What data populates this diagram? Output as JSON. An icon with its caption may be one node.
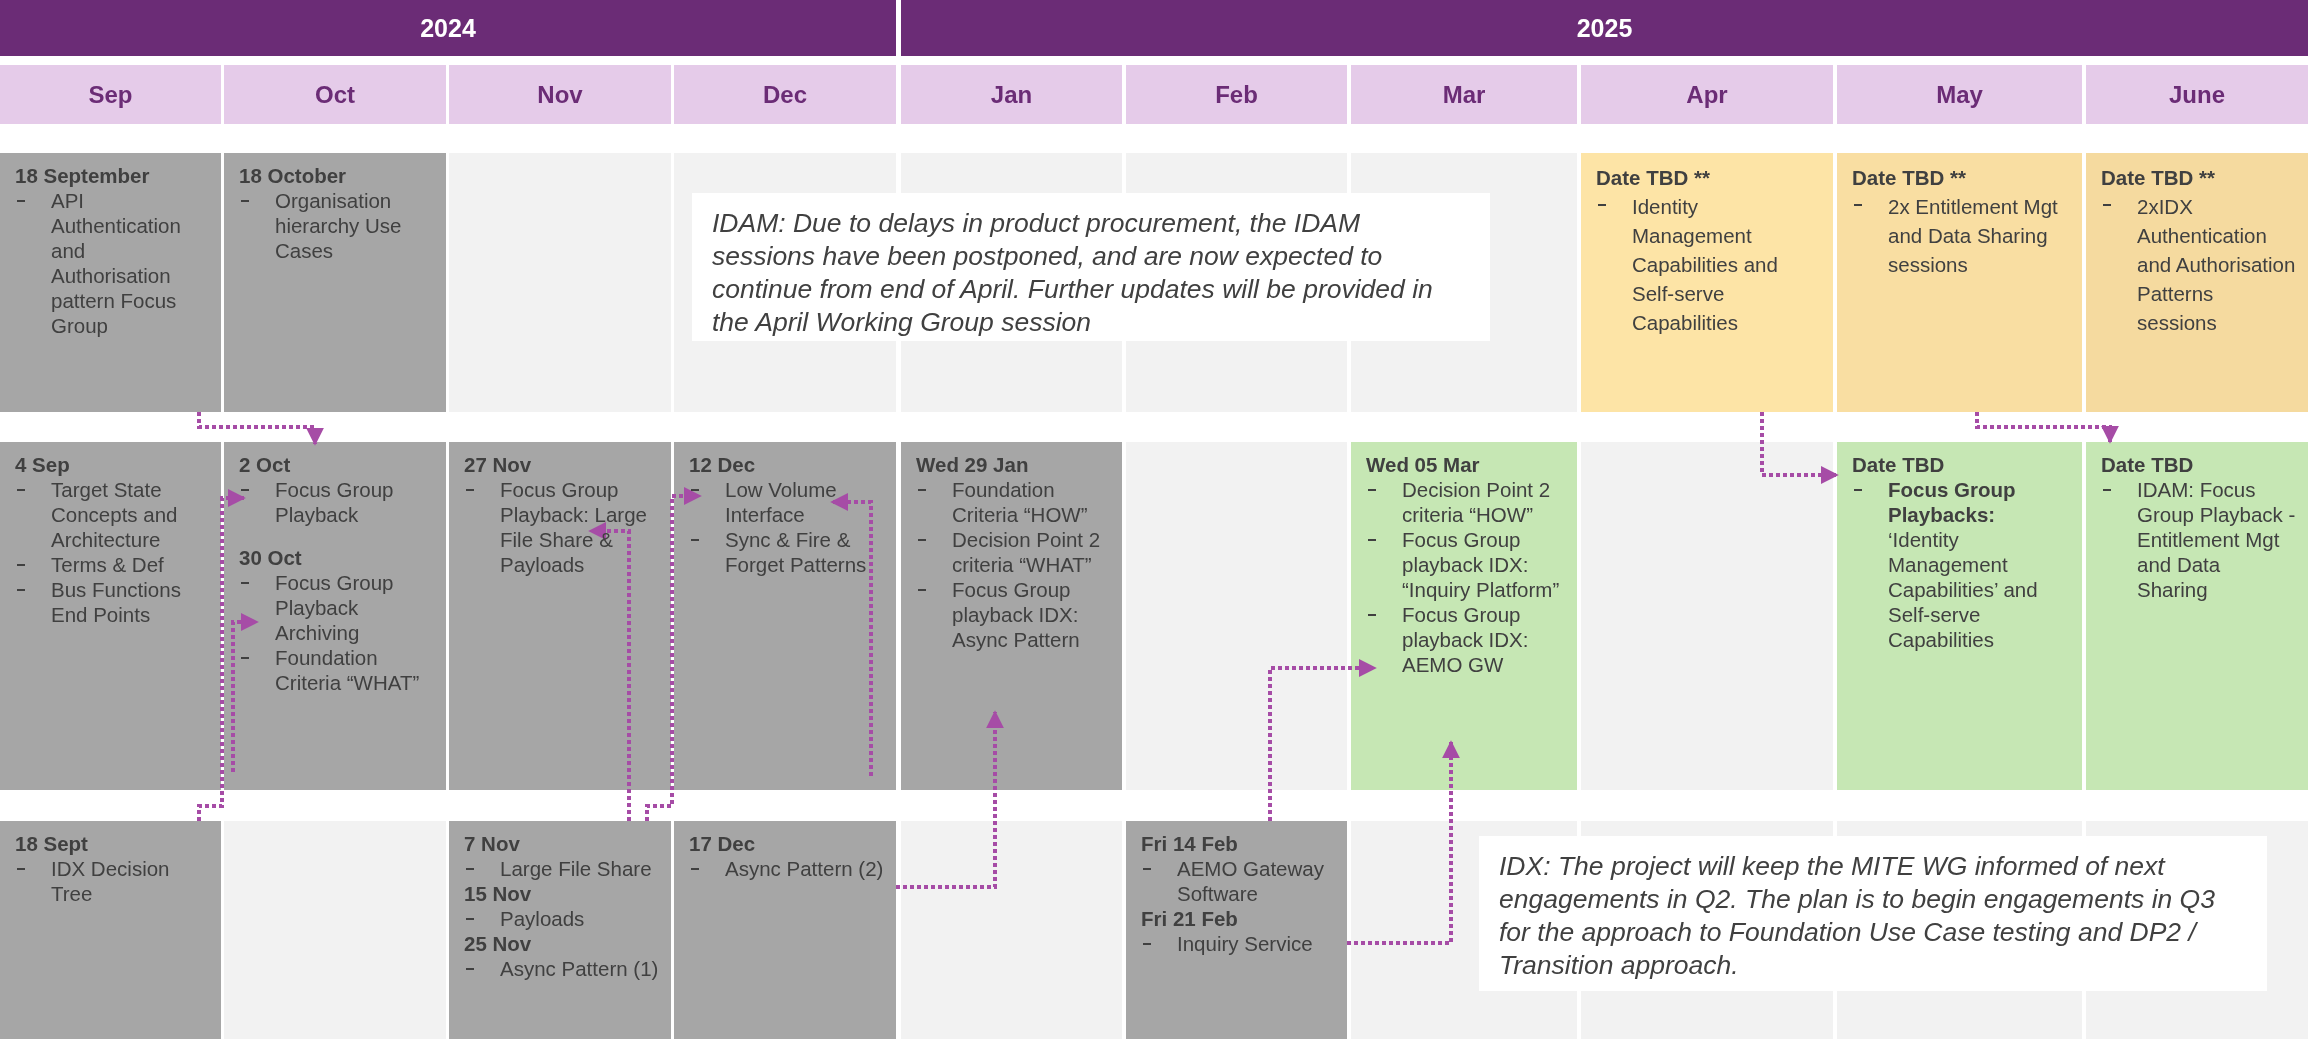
{
  "diagram": {
    "nodes": [
      {
        "text": [
          "18 September",
          "API Authentication and Authorisation pattern Focus Group"
        ]
      },
      {
        "text": [
          "18 October",
          "Organisation hierarchy Use Cases"
        ]
      },
      {
        "text": [
          "IDAM: Due to delays in product procurement, the IDAM sessions have been postponed, and are now expected to continue from end of April. Further updates will be provided in the April Working Group session"
        ]
      },
      {
        "text": [
          "Date TBD **",
          "Identity Management Capabilities and Self-serve Capabilities"
        ]
      },
      {
        "text": [
          "Date TBD **",
          "2x Entitlement Mgt and Data Sharing sessions"
        ]
      },
      {
        "text": [
          "Date TBD **",
          "2xIDX Authentication and Authorisation Patterns sessions"
        ]
      },
      {
        "text": [
          "4 Sep",
          "Target State Concepts and Architecture",
          "Terms & Def",
          "Bus Functions End Points"
        ]
      },
      {
        "text": [
          "2 Oct",
          "Focus Group Playback",
          "30 Oct",
          "Focus Group Playback Archiving",
          "Foundation Criteria “WHAT”"
        ]
      },
      {
        "text": [
          "27 Nov",
          "Focus Group Playback: Large File Share & Payloads"
        ]
      },
      {
        "text": [
          "12 Dec",
          "Low Volume Interface",
          "Sync & Fire & Forget Patterns"
        ]
      },
      {
        "text": [
          "Wed 29 Jan",
          "Foundation Criteria “HOW”",
          "Decision Point 2 criteria “WHAT”",
          "Focus Group playback IDX: Async Pattern"
        ]
      },
      {
        "text": [
          "Wed 05 Mar",
          "Decision Point 2 criteria “HOW”",
          "Focus Group playback IDX: “Inquiry Platform”",
          "Focus Group playback IDX: AEMO GW"
        ]
      },
      {
        "text": [
          "Date TBD",
          "**Focus Group Playbacks:** ‘Identity Management Capabilities’ and Self-serve Capabilities"
        ]
      },
      {
        "text": [
          "Date TBD",
          "IDAM: Focus Group Playback - Entitlement Mgt and Data Sharing"
        ]
      },
      {
        "text": [
          "18 Sept",
          "IDX Decision Tree"
        ]
      },
      {
        "text": [
          "7 Nov",
          "Large File Share",
          "15 Nov",
          "Payloads",
          "25 Nov",
          "Async Pattern (1)"
        ]
      },
      {
        "text": [
          "17 Dec",
          "Async Pattern (2)"
        ]
      },
      {
        "text": [
          "Fri 14 Feb",
          "AEMO Gateway Software",
          "Fri 21 Feb",
          "Inquiry Service"
        ]
      },
      {
        "text": [
          "IDX: The project will keep the MITE WG informed of next engagements in Q2. The plan is to begin engagements in Q3 for the approach to Foundation Use Case testing and DP2 / Transition approach."
        ]
      }
    ],
    "edges": [
      {
        "from": 0,
        "to": 7,
        "arrow": "to"
      },
      {
        "from": 14,
        "to": 7,
        "arrow": "to"
      },
      {
        "from": null,
        "to": 7,
        "arrow": "to"
      },
      {
        "from": 15,
        "to": 8,
        "arrow": "to"
      },
      {
        "from": 15,
        "to": 9,
        "arrow": "to"
      },
      {
        "from": null,
        "to": 9,
        "arrow": "to"
      },
      {
        "from": 16,
        "to": 10,
        "arrow": "to"
      },
      {
        "from": 17,
        "to": 11,
        "arrow": "to"
      },
      {
        "from": 17,
        "to": 11,
        "arrow": "to"
      },
      {
        "from": 3,
        "to": 12,
        "arrow": "to"
      },
      {
        "from": 4,
        "to": 13,
        "arrow": "to"
      }
    ],
    "labels": [
      "2024",
      "2025",
      "Sep",
      "Oct",
      "Nov",
      "Dec",
      "Jan",
      "Feb",
      "Mar",
      "Apr",
      "May",
      "June"
    ]
  }
}
